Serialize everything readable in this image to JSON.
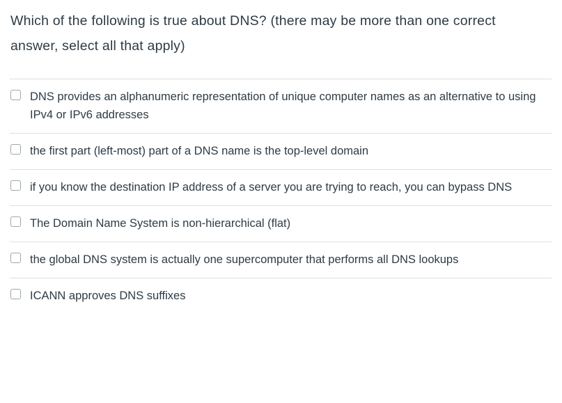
{
  "question": {
    "stem": "Which of the following is true about DNS? (there may be more than one correct answer, select all that apply)",
    "type": "multiple-answers",
    "answers": [
      {
        "id": "answer-1",
        "text": "DNS provides an alphanumeric representation of unique computer names as an alternative to using IPv4 or IPv6 addresses",
        "checked": false
      },
      {
        "id": "answer-2",
        "text": "the first part (left-most) part of a DNS name is the top-level domain",
        "checked": false
      },
      {
        "id": "answer-3",
        "text": "if you know the destination IP address of a server you are trying to reach, you can bypass DNS",
        "checked": false
      },
      {
        "id": "answer-4",
        "text": "The Domain Name System is non-hierarchical (flat)",
        "checked": false
      },
      {
        "id": "answer-5",
        "text": "the global DNS system is actually one supercomputer that performs all DNS lookups",
        "checked": false
      },
      {
        "id": "answer-6",
        "text": "ICANN approves DNS suffixes",
        "checked": false
      }
    ]
  },
  "colors": {
    "text": "#2d3b45",
    "divider": "#dcdfe1",
    "checkbox_border": "#9da6ac",
    "background": "#ffffff"
  }
}
